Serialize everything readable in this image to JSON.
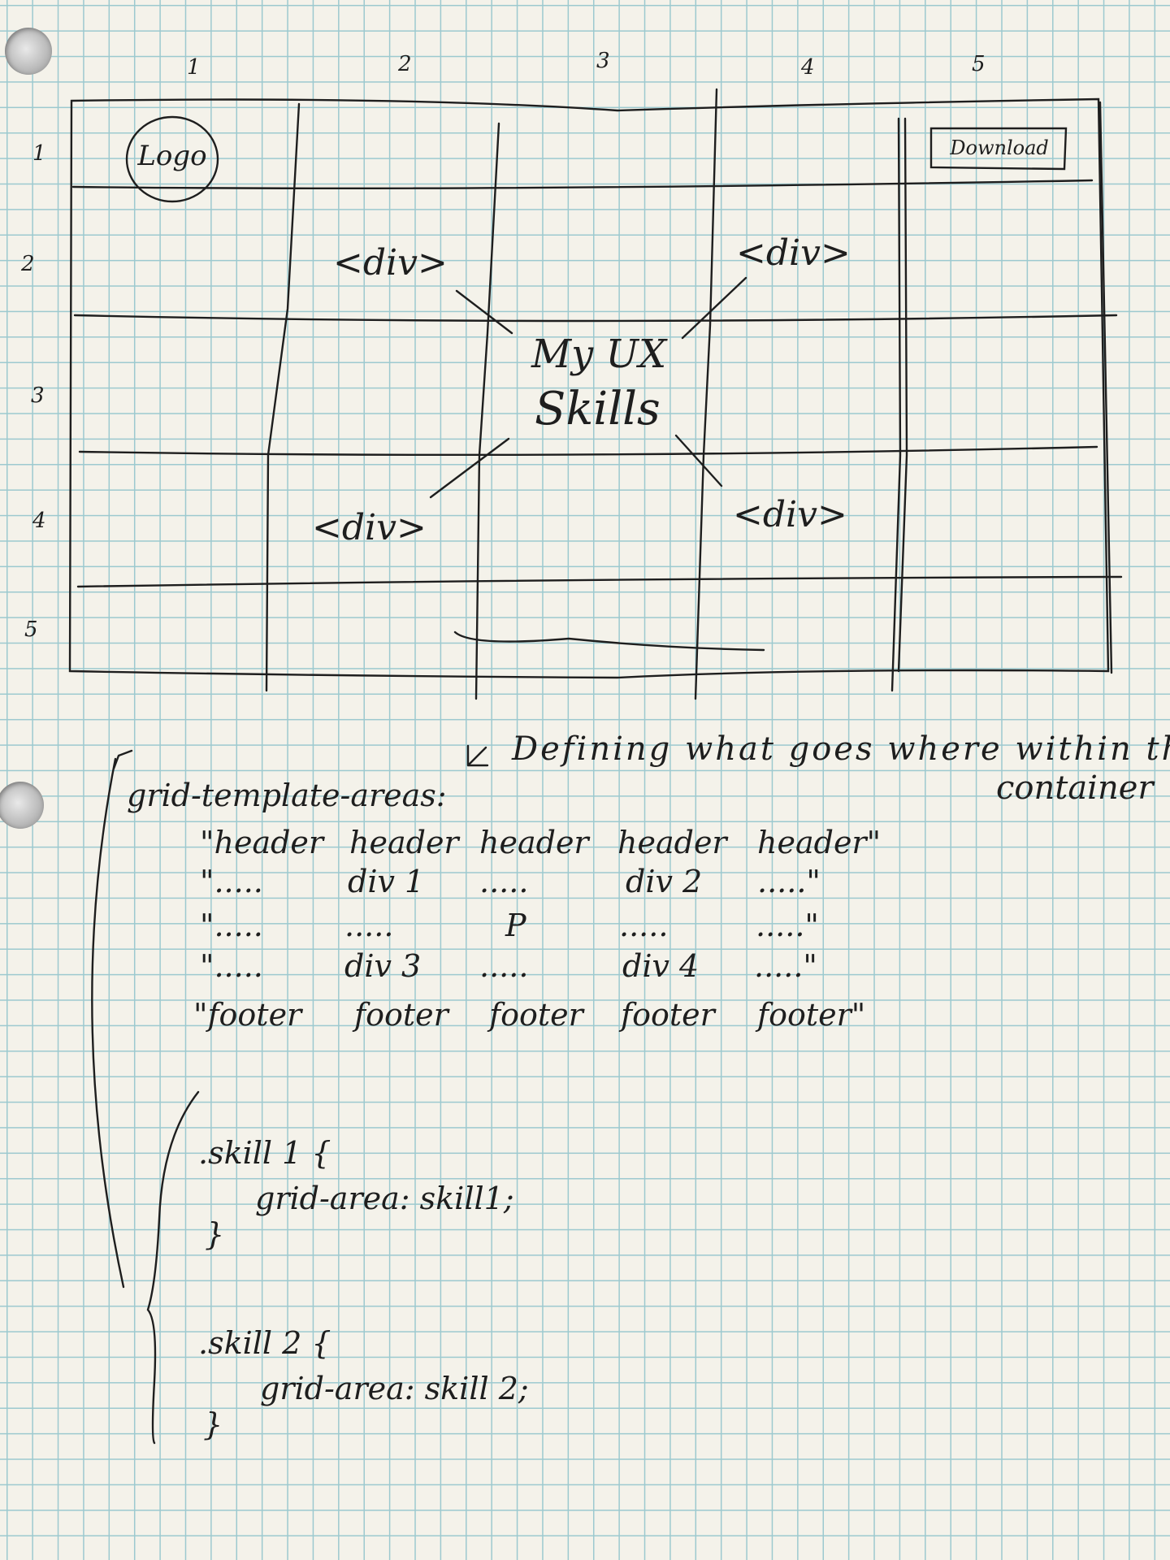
{
  "column_numbers": [
    "1",
    "2",
    "3",
    "4",
    "5"
  ],
  "row_numbers": [
    "1",
    "2",
    "3",
    "4",
    "5"
  ],
  "wireframe": {
    "logo": "Logo",
    "download_button": "Download",
    "center_text_line1": "My UX",
    "center_text_line2": "Skills",
    "div_labels": [
      "<div>",
      "<div>",
      "<div>",
      "<div>"
    ]
  },
  "annotation": {
    "line1": "Defining what goes where within the",
    "line2": "container"
  },
  "css_template": {
    "property": "grid-template-areas:",
    "rows": [
      [
        "\"header",
        "header",
        "header",
        "header",
        "header\""
      ],
      [
        "\".....",
        "div 1",
        ".....",
        "div 2",
        ".....\""
      ],
      [
        "\".....",
        ".....",
        "P",
        ".....",
        ".....\""
      ],
      [
        "\".....",
        "div 3",
        ".....",
        "div 4",
        ".....\""
      ],
      [
        "\"footer",
        "footer",
        "footer",
        "footer",
        "footer\""
      ]
    ]
  },
  "css_rules": [
    {
      "selector": ".skill 1 {",
      "declaration": "grid-area: skill1;",
      "close": "}"
    },
    {
      "selector": ".skill 2 {",
      "declaration": "grid-area: skill 2;",
      "close": "}"
    }
  ]
}
